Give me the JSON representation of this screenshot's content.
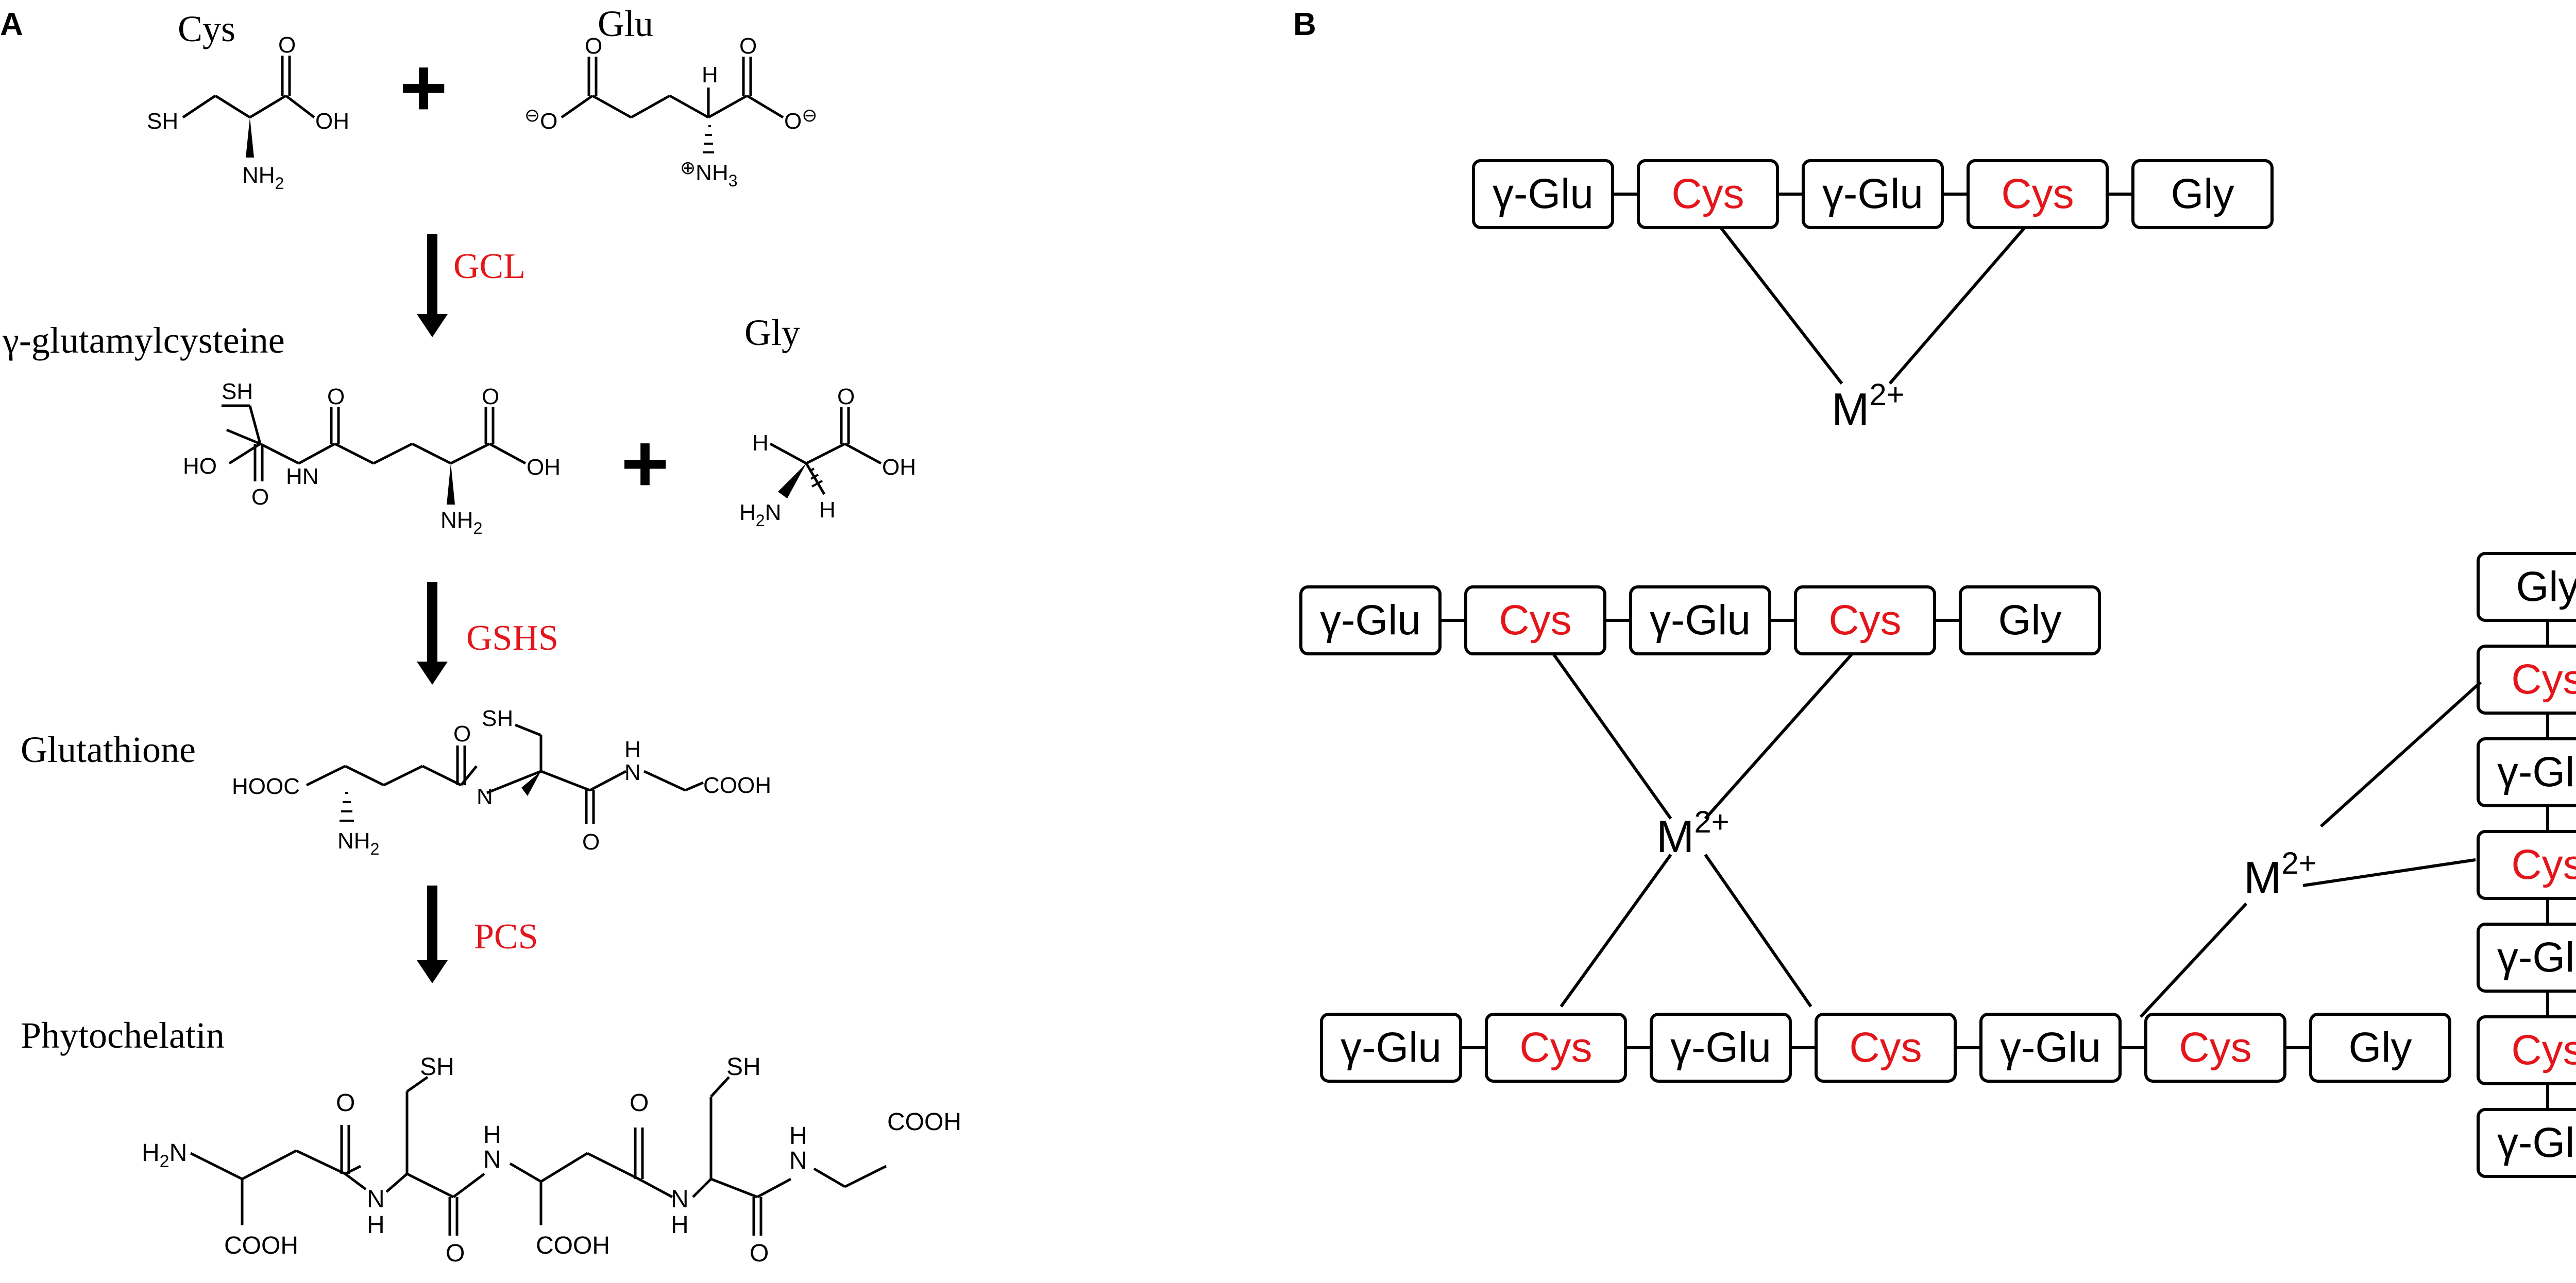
{
  "panels": {
    "a": {
      "label": "A",
      "step1": {
        "reactant_1": "Cys",
        "reactant_2": "Glu",
        "plus": "+",
        "cys_atoms": {
          "thiol": "SH",
          "hydroxyl": "OH",
          "carbonyl": "O",
          "amine": "NH",
          "amine_sub": "2"
        },
        "glu_atoms": {
          "carboxylate": "O",
          "charge_minus": "⊖",
          "carbonyl": "O",
          "hydrogen": "H",
          "ammonium_charge": "⊕",
          "ammonium": "NH",
          "ammonium_sub": "3"
        }
      },
      "enzyme_1": "GCL",
      "step2": {
        "product": "γ-glutamylcysteine",
        "reactant": "Gly",
        "plus": "+",
        "gglu_atoms": {
          "thiol": "SH",
          "hydroxyl_left": "HO",
          "carbonyl": "O",
          "amide_n": "N",
          "amide_h": "H",
          "hydroxyl_right": "OH",
          "amine": "NH",
          "amine_sub": "2"
        },
        "gly_atoms": {
          "carbonyl": "O",
          "hydrogen": "H",
          "hydroxyl": "OH",
          "amine": "H",
          "amine_sub": "2",
          "amine_n": "N"
        }
      },
      "enzyme_2": "GSHS",
      "step3": {
        "product": "Glutathione",
        "atoms": {
          "acid_left": "HOOC",
          "amine": "NH",
          "amine_sub": "2",
          "carbonyl": "O",
          "thiol": "SH",
          "amide_n": "N",
          "amide_h": "H",
          "acid_right": "COOH"
        }
      },
      "enzyme_3": "PCS",
      "step4": {
        "product": "Phytochelatin",
        "atoms": {
          "amine": "H",
          "amine_sub": "2",
          "amine_n": "N",
          "acid": "COOH",
          "carbonyl": "O",
          "thiol": "SH",
          "amide_n": "N",
          "amide_h": "H"
        }
      }
    },
    "b": {
      "label": "B",
      "metal": "M",
      "charge": "2+",
      "residues": {
        "glu": "γ-Glu",
        "cys": "Cys",
        "gly": "Gly"
      }
    }
  },
  "colors": {
    "text": "#000000",
    "accent": "#e3161b",
    "box_border": "#000000",
    "box_fill": "#ffffff"
  }
}
